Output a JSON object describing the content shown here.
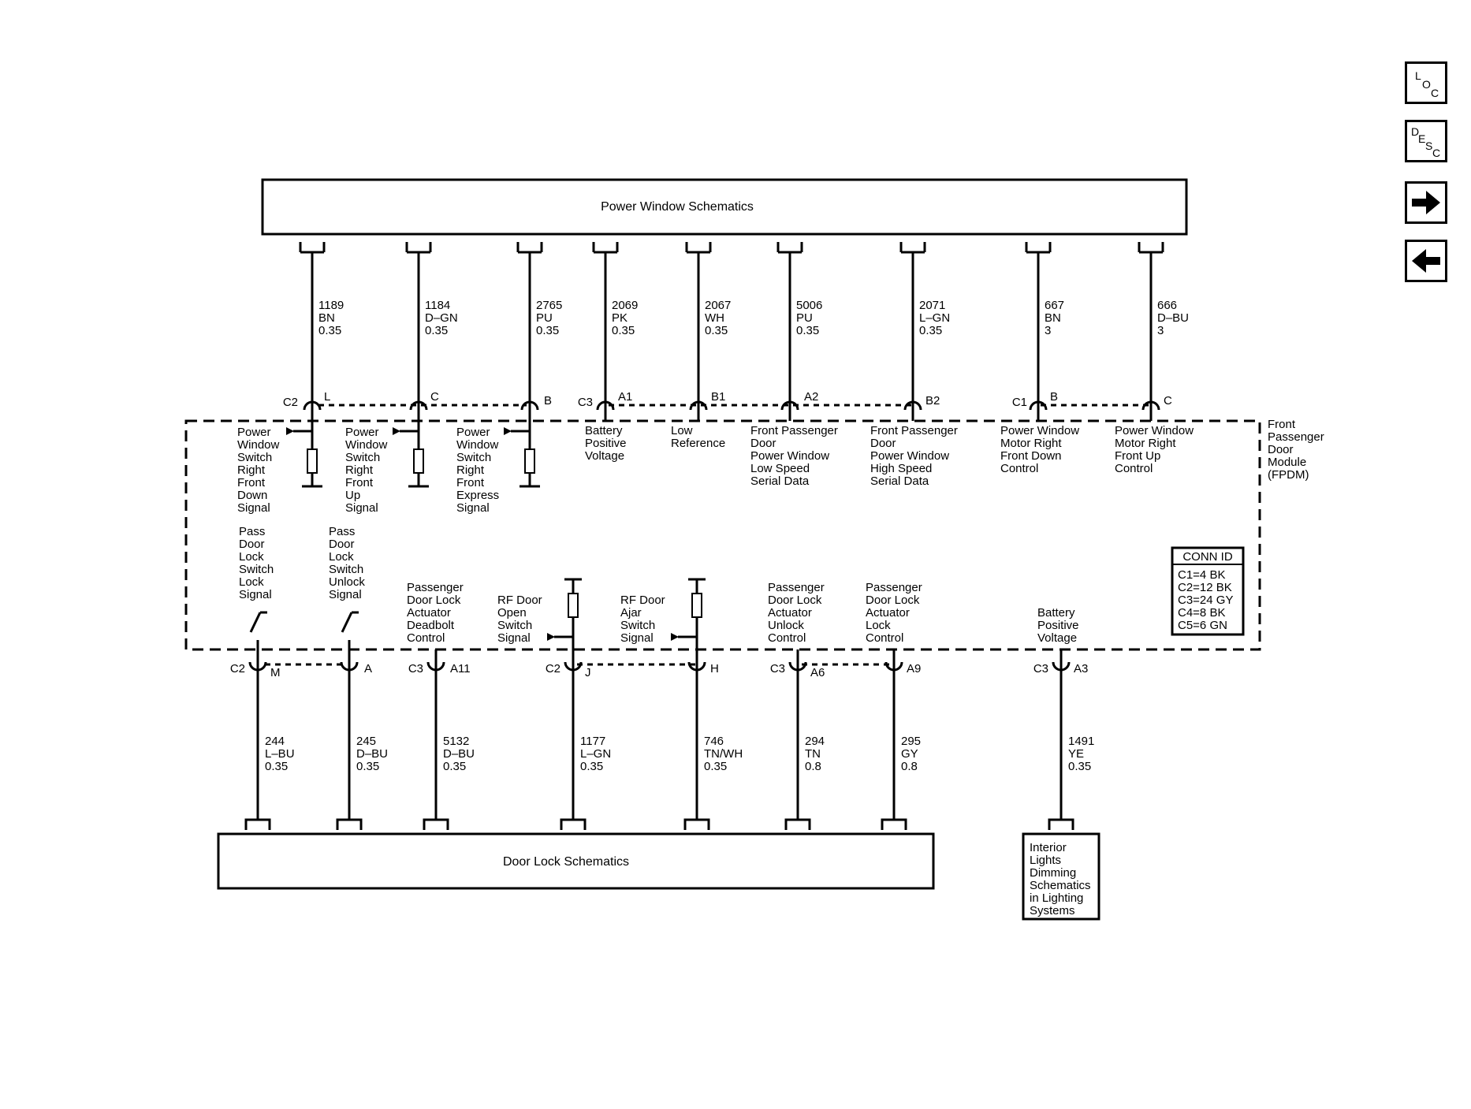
{
  "nav": {
    "loc": [
      "L",
      "O",
      "C"
    ],
    "desc": [
      "D",
      "E",
      "S",
      "C"
    ]
  },
  "top_box": "Power Window Schematics",
  "bottom_box": "Door Lock Schematics",
  "interior_box": [
    "Interior",
    "Lights",
    "Dimming",
    "Schematics",
    "in Lighting",
    "Systems"
  ],
  "module": {
    "name": [
      "Front",
      "Passenger",
      "Door",
      "Module",
      "(FPDM)"
    ],
    "conn_id_title": "CONN ID",
    "conn_ids": [
      "C1=4 BK",
      "C2=12 BK",
      "C3=24 GY",
      "C4=8 BK",
      "C5=6 GN"
    ]
  },
  "top_wires": [
    {
      "circuit": "1189",
      "color": "BN",
      "size": "0.35",
      "connector": "C2",
      "pin": "L",
      "function": [
        "Power",
        "Window",
        "Switch",
        "Right",
        "Front",
        "Down",
        "Signal"
      ]
    },
    {
      "circuit": "1184",
      "color": "D–GN",
      "size": "0.35",
      "connector": "",
      "pin": "C",
      "function": [
        "Power",
        "Window",
        "Switch",
        "Right",
        "Front",
        "Up",
        "Signal"
      ]
    },
    {
      "circuit": "2765",
      "color": "PU",
      "size": "0.35",
      "connector": "",
      "pin": "B",
      "function": [
        "Power",
        "Window",
        "Switch",
        "Right",
        "Front",
        "Express",
        "Signal"
      ]
    },
    {
      "circuit": "2069",
      "color": "PK",
      "size": "0.35",
      "connector": "C3",
      "pin": "A1",
      "function": [
        "Battery",
        "Positive",
        "Voltage"
      ]
    },
    {
      "circuit": "2067",
      "color": "WH",
      "size": "0.35",
      "connector": "",
      "pin": "B1",
      "function": [
        "Low",
        "Reference"
      ]
    },
    {
      "circuit": "5006",
      "color": "PU",
      "size": "0.35",
      "connector": "",
      "pin": "A2",
      "function": [
        "Front Passenger",
        "Door",
        "Power Window",
        "Low Speed",
        "Serial Data"
      ]
    },
    {
      "circuit": "2071",
      "color": "L–GN",
      "size": "0.35",
      "connector": "",
      "pin": "B2",
      "function": [
        "Front Passenger",
        "Door",
        "Power Window",
        "High Speed",
        "Serial Data"
      ]
    },
    {
      "circuit": "667",
      "color": "BN",
      "size": "3",
      "connector": "C1",
      "pin": "B",
      "function": [
        "Power Window",
        "Motor Right",
        "Front Down",
        "Control"
      ]
    },
    {
      "circuit": "666",
      "color": "D–BU",
      "size": "3",
      "connector": "",
      "pin": "C",
      "function": [
        "Power Window",
        "Motor Right",
        "Front Up",
        "Control"
      ]
    }
  ],
  "bottom_wires": [
    {
      "circuit": "244",
      "color": "L–BU",
      "size": "0.35",
      "connector": "C2",
      "pin": "M",
      "function": [
        "Pass",
        "Door",
        "Lock",
        "Switch",
        "Lock",
        "Signal"
      ]
    },
    {
      "circuit": "245",
      "color": "D–BU",
      "size": "0.35",
      "connector": "",
      "pin": "A",
      "function": [
        "Pass",
        "Door",
        "Lock",
        "Switch",
        "Unlock",
        "Signal"
      ]
    },
    {
      "circuit": "5132",
      "color": "D–BU",
      "size": "0.35",
      "connector": "C3",
      "pin": "A11",
      "function": [
        "Passenger",
        "Door Lock",
        "Actuator",
        "Deadbolt",
        "Control"
      ]
    },
    {
      "circuit": "1177",
      "color": "L–GN",
      "size": "0.35",
      "connector": "C2",
      "pin": "J",
      "function": [
        "RF Door",
        "Open",
        "Switch",
        "Signal"
      ]
    },
    {
      "circuit": "746",
      "color": "TN/WH",
      "size": "0.35",
      "connector": "",
      "pin": "H",
      "function": [
        "RF Door",
        "Ajar",
        "Switch",
        "Signal"
      ]
    },
    {
      "circuit": "294",
      "color": "TN",
      "size": "0.8",
      "connector": "C3",
      "pin": "A6",
      "function": [
        "Passenger",
        "Door Lock",
        "Actuator",
        "Unlock",
        "Control"
      ]
    },
    {
      "circuit": "295",
      "color": "GY",
      "size": "0.8",
      "connector": "",
      "pin": "A9",
      "function": [
        "Passenger",
        "Door Lock",
        "Actuator",
        "Lock",
        "Control"
      ]
    },
    {
      "circuit": "1491",
      "color": "YE",
      "size": "0.35",
      "connector": "C3",
      "pin": "A3",
      "function": [
        "Battery",
        "Positive",
        "Voltage"
      ]
    }
  ]
}
